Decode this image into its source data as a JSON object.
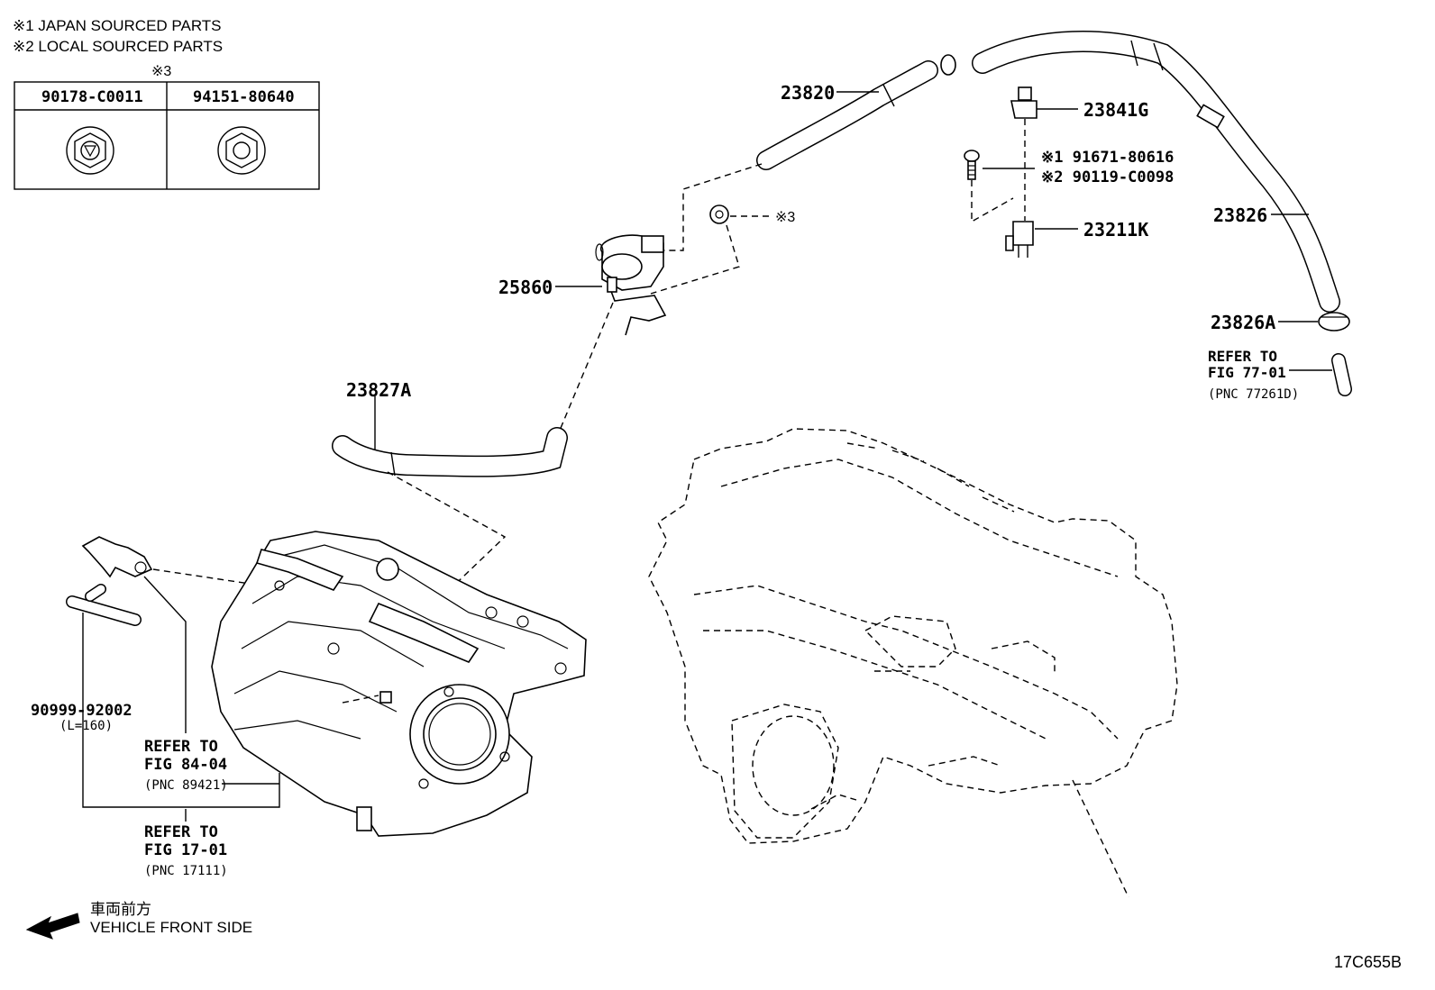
{
  "notes": {
    "note1": "※1 JAPAN SOURCED PARTS",
    "note2": "※2 LOCAL SOURCED PARTS",
    "note3": "※3"
  },
  "nut_table": {
    "col1": "90178-C0011",
    "col2": "94151-80640"
  },
  "parts": {
    "p23820": "23820",
    "p23841G": "23841G",
    "p91671": "※1 91671-80616",
    "p90119": "※2 90119-C0098",
    "p23211K": "23211K",
    "p23826": "23826",
    "p23826A": "23826A",
    "p25860": "25860",
    "p_note3": "※3",
    "p23827A": "23827A",
    "p90999": "90999-92002",
    "p90999_len": "(L=160)"
  },
  "refs": {
    "ref77_1": "REFER TO",
    "ref77_2": "FIG 77-01",
    "ref77_3": "(PNC 77261D)",
    "ref84_1": "REFER TO",
    "ref84_2": "FIG 84-04",
    "ref84_3": "(PNC 89421)",
    "ref17_1": "REFER TO",
    "ref17_2": "FIG 17-01",
    "ref17_3": "(PNC 17111)"
  },
  "direction": {
    "jp": "車両前方",
    "en": "VEHICLE FRONT SIDE"
  },
  "figure_code": "17C655B"
}
